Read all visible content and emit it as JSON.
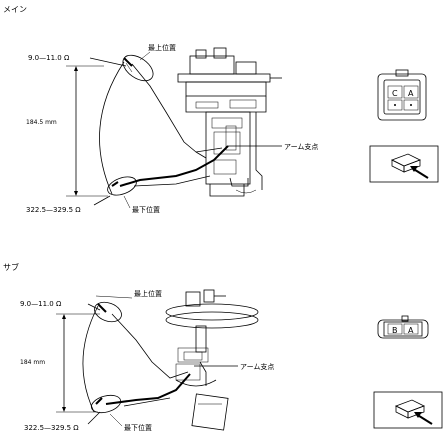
{
  "main": {
    "section_label": "メイン",
    "resistance_top": "9.0—11.0 Ω",
    "upper_position": "最上位置",
    "dimension": "184.5 mm",
    "arm_pivot": "アーム支点",
    "resistance_bottom": "322.5—329.5 Ω",
    "lower_position": "最下位置",
    "connector_pins": [
      "C",
      "A"
    ]
  },
  "sub": {
    "section_label": "サブ",
    "resistance_top": "9.0—11.0 Ω",
    "upper_position": "最上位置",
    "dimension": "184 mm",
    "arm_pivot": "アーム支点",
    "resistance_bottom": "322.5—329.5 Ω",
    "lower_position": "最下位置",
    "connector_pins": [
      "B",
      "A"
    ]
  }
}
